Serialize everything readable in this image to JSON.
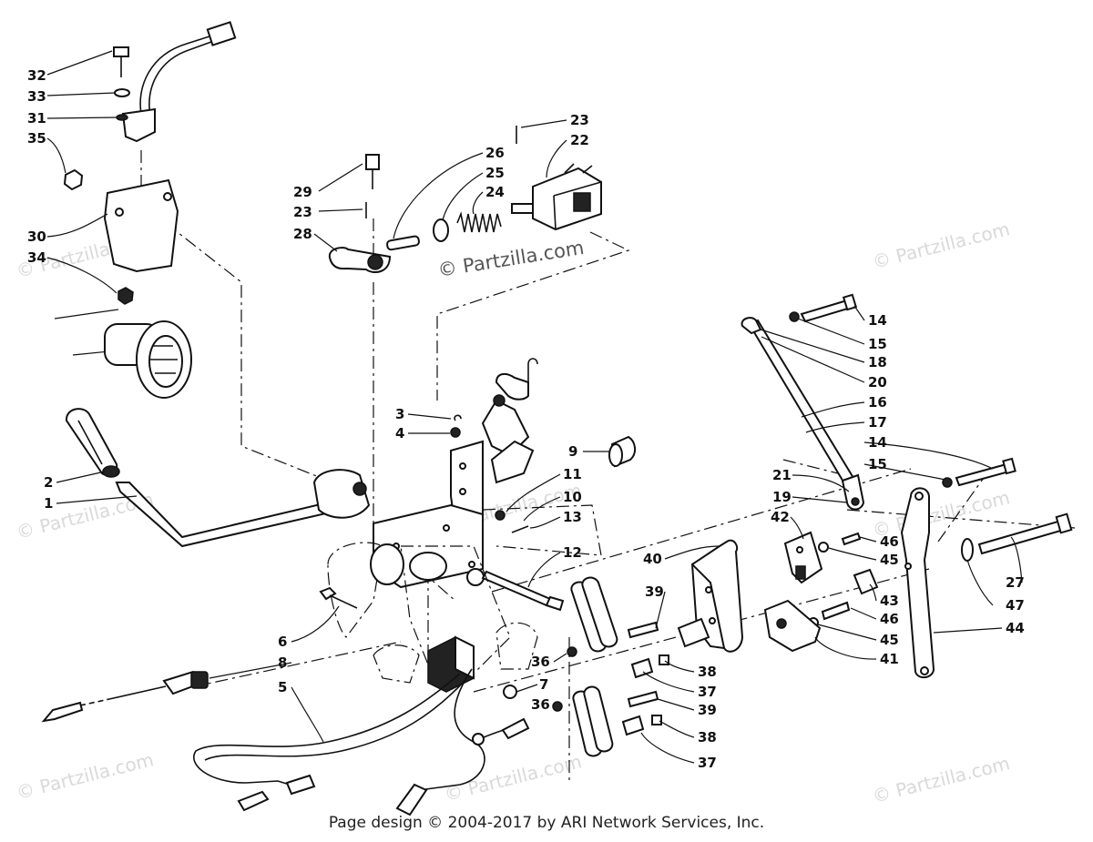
{
  "watermarks": {
    "site": "© Partzilla.com",
    "center": "© Partzilla.com"
  },
  "footer": {
    "copyright": "Page design © 2004-2017 by ARI Network Services, Inc."
  },
  "callouts": [
    "32",
    "33",
    "31",
    "35",
    "30",
    "34",
    "2",
    "1",
    "29",
    "23",
    "28",
    "26",
    "25",
    "24",
    "23",
    "22",
    "3",
    "4",
    "9",
    "11",
    "10",
    "13",
    "12",
    "6",
    "8",
    "5",
    "7",
    "36",
    "36",
    "14",
    "15",
    "18",
    "20",
    "16",
    "17",
    "14",
    "15",
    "21",
    "19",
    "42",
    "46",
    "45",
    "40",
    "39",
    "43",
    "46",
    "45",
    "41",
    "44",
    "27",
    "47",
    "38",
    "37",
    "39",
    "38",
    "37"
  ]
}
